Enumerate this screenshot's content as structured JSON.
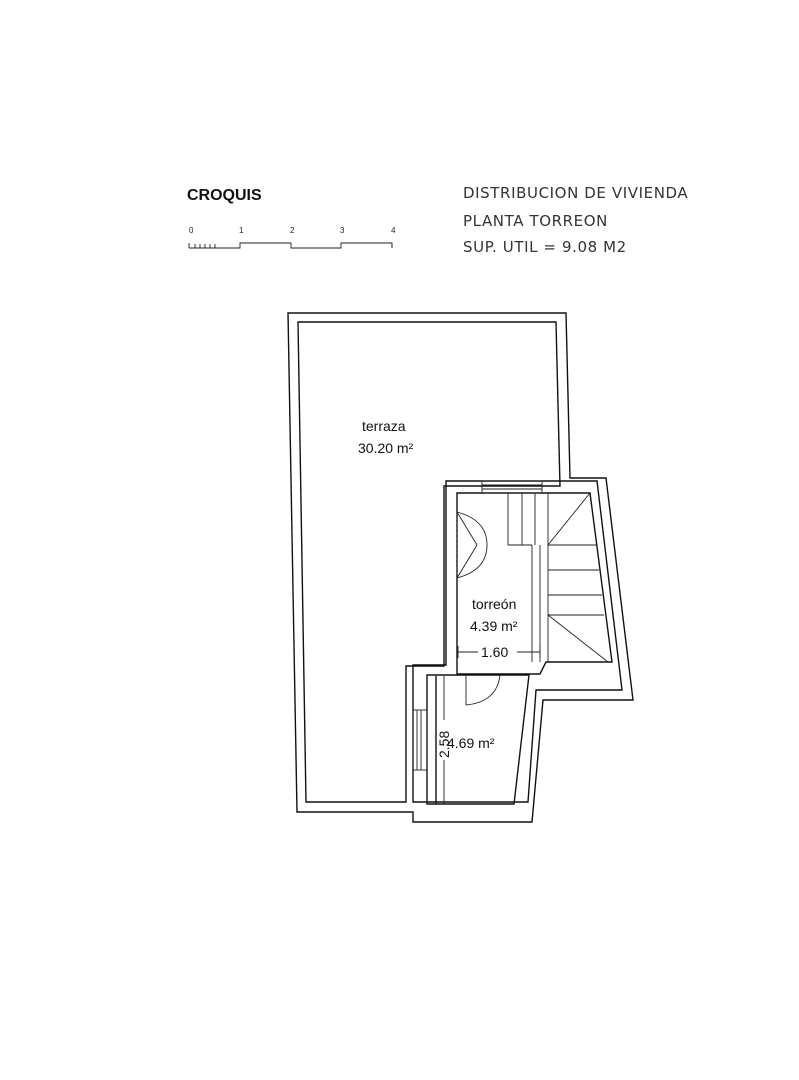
{
  "header": {
    "title": "CROQUIS",
    "line1": "DISTRIBUCION DE VIVIENDA",
    "line2": "PLANTA  TORREON",
    "line3": "SUP. UTIL =  9.08  M2"
  },
  "scale_bar": {
    "ticks": [
      "0",
      "1",
      "2",
      "3",
      "4"
    ]
  },
  "rooms": {
    "terraza": {
      "name": "terraza",
      "area": "30.20 m²"
    },
    "torreon": {
      "name": "torreón",
      "area": "4.39 m²"
    },
    "lower": {
      "area": "4.69 m²"
    }
  },
  "dimensions": {
    "width": "1.60",
    "height": "2.58"
  }
}
